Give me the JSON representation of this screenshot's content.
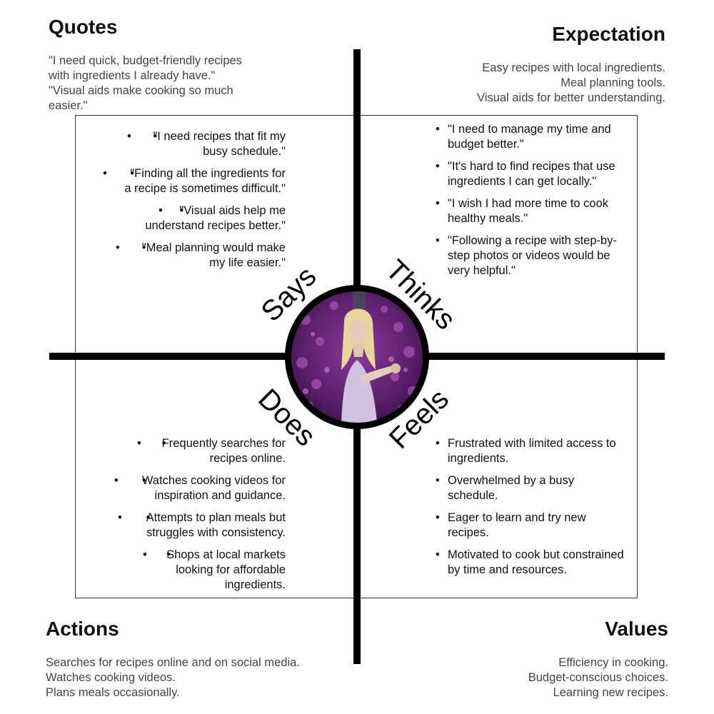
{
  "corners": {
    "quotes": {
      "title": "Quotes",
      "lines": [
        "\"I need quick, budget-friendly recipes",
        "with ingredients I already have.\"",
        "\"Visual aids make cooking so much",
        "easier.\""
      ]
    },
    "expectation": {
      "title": "Expectation",
      "lines": [
        "Easy recipes with local ingredients.",
        "Meal planning tools.",
        "Visual aids for better understanding."
      ]
    },
    "actions": {
      "title": "Actions",
      "lines": [
        "Searches for recipes online and on social media.",
        "Watches cooking videos.",
        "Plans meals occasionally."
      ]
    },
    "values": {
      "title": "Values",
      "lines": [
        "Efficiency in cooking.",
        "Budget-conscious choices.",
        "Learning new recipes."
      ]
    }
  },
  "quadrants": {
    "says": {
      "label": "Says",
      "items": [
        "\"I need recipes that fit my busy schedule.\"",
        "\"Finding all the ingredients for a recipe is sometimes difficult.\"",
        "\"Visual aids help me understand recipes better.\"",
        "\"Meal planning would make my life easier.\""
      ]
    },
    "thinks": {
      "label": "Thinks",
      "items": [
        "\"I need to manage my time and budget better.\"",
        "\"It's hard to find recipes that use ingredients I can get locally.\"",
        "\"I wish I had more time to cook healthy meals.\"",
        "\"Following a recipe with step-by-step photos or videos would be very helpful.\""
      ]
    },
    "does": {
      "label": "Does",
      "items": [
        "Frequently searches for recipes online.",
        "Watches cooking videos for inspiration and guidance.",
        "Attempts to plan meals but struggles with consistency.",
        "Shops at local markets looking for affordable ingredients."
      ]
    },
    "feels": {
      "label": "Feels",
      "items": [
        "Frustrated with limited access to ingredients.",
        "Overwhelmed by a busy schedule.",
        "Eager to learn and try new recipes.",
        "Motivated to cook but constrained by time and resources."
      ]
    }
  },
  "colors": {
    "axis": "#000000",
    "text": "#111111",
    "muted_text": "#444444",
    "photo_flowers": "#7a2e8e"
  }
}
